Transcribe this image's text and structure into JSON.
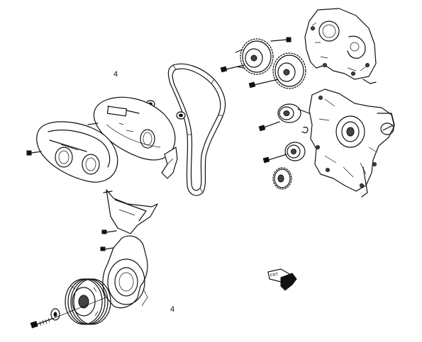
{
  "labels": {
    "callout_upper": "4",
    "callout_lower": "4"
  },
  "orientation_arrow": {
    "text": "FRT"
  },
  "icons": [
    "upper-front-cover-icon",
    "inner-upper-cover-icon",
    "timing-belt-icon",
    "intake-camshaft-sprocket-icon",
    "exhaust-camshaft-sprocket-icon",
    "rear-timing-cover-icon",
    "tensioner-pulley-icon",
    "idler-pulley-icon",
    "crankshaft-sprocket-icon",
    "engine-front-cover-icon",
    "lower-front-cover-icon",
    "crankshaft-pulley-icon",
    "bolt-icon",
    "front-direction-arrow-icon"
  ]
}
